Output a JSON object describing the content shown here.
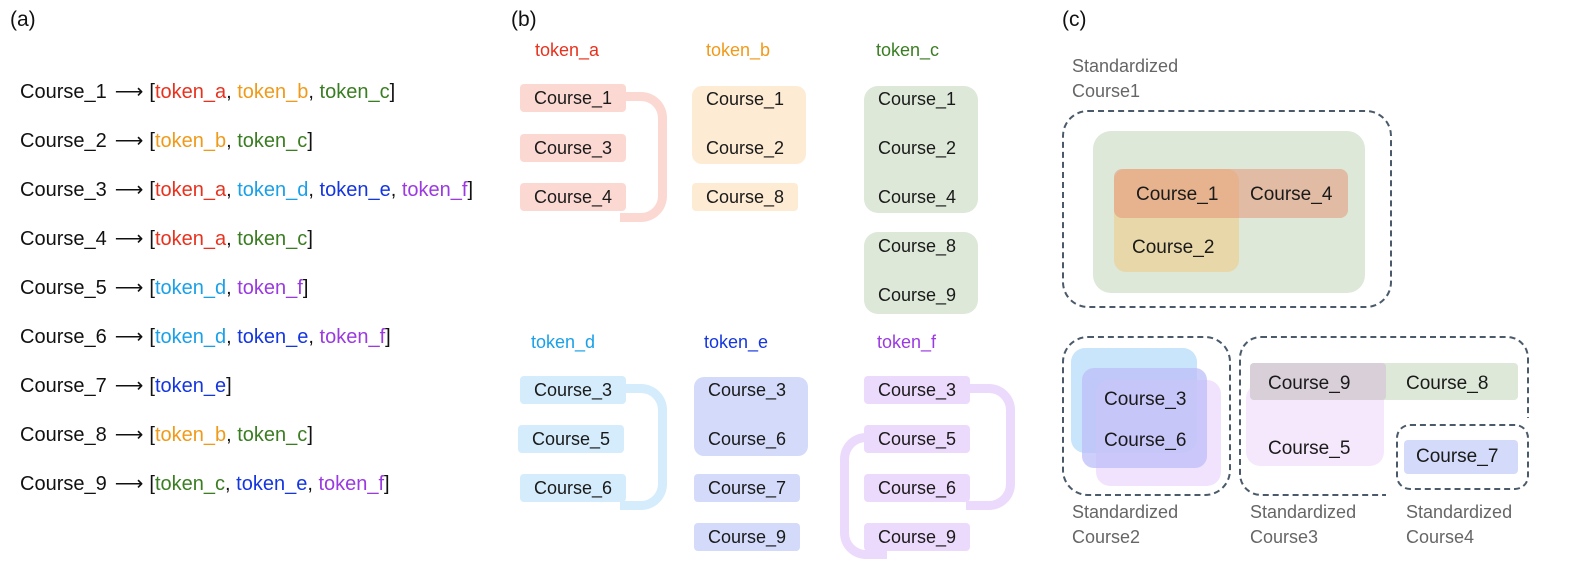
{
  "panels": {
    "a": "(a)",
    "b": "(b)",
    "c": "(c)"
  },
  "arrow": "⟶",
  "colors": {
    "token_a": "#e8321e",
    "token_b": "#f09a1a",
    "token_c": "#3a7d22",
    "token_d": "#1aa0e8",
    "token_e": "#1436e0",
    "token_f": "#9a3ae0"
  },
  "mappings": [
    {
      "course": "Course_1",
      "tokens": [
        "token_a",
        "token_b",
        "token_c"
      ]
    },
    {
      "course": "Course_2",
      "tokens": [
        "token_b",
        "token_c"
      ]
    },
    {
      "course": "Course_3",
      "tokens": [
        "token_a",
        "token_d",
        "token_e",
        "token_f"
      ]
    },
    {
      "course": "Course_4",
      "tokens": [
        "token_a",
        "token_c"
      ]
    },
    {
      "course": "Course_5",
      "tokens": [
        "token_d",
        "token_f"
      ]
    },
    {
      "course": "Course_6",
      "tokens": [
        "token_d",
        "token_e",
        "token_f"
      ]
    },
    {
      "course": "Course_7",
      "tokens": [
        "token_e"
      ]
    },
    {
      "course": "Course_8",
      "tokens": [
        "token_b",
        "token_c"
      ]
    },
    {
      "course": "Course_9",
      "tokens": [
        "token_c",
        "token_e",
        "token_f"
      ]
    }
  ],
  "token_groups": {
    "token_a": [
      "Course_1",
      "Course_3",
      "Course_4"
    ],
    "token_b": [
      "Course_1",
      "Course_2",
      "Course_8"
    ],
    "token_c": [
      "Course_1",
      "Course_2",
      "Course_4",
      "Course_8",
      "Course_9"
    ],
    "token_d": [
      "Course_3",
      "Course_5",
      "Course_6"
    ],
    "token_e": [
      "Course_3",
      "Course_6",
      "Course_7",
      "Course_9"
    ],
    "token_f": [
      "Course_3",
      "Course_5",
      "Course_6",
      "Course_9"
    ]
  },
  "standardized": [
    {
      "caption1": "Standardized",
      "caption2": "Course1",
      "members": [
        "Course_1",
        "Course_4",
        "Course_2"
      ]
    },
    {
      "caption1": "Standardized",
      "caption2": "Course2",
      "members": [
        "Course_3",
        "Course_6"
      ]
    },
    {
      "caption1": "Standardized",
      "caption2": "Course3",
      "members": [
        "Course_9",
        "Course_8",
        "Course_5"
      ]
    },
    {
      "caption1": "Standardized",
      "caption2": "Course4",
      "members": [
        "Course_7"
      ]
    }
  ]
}
